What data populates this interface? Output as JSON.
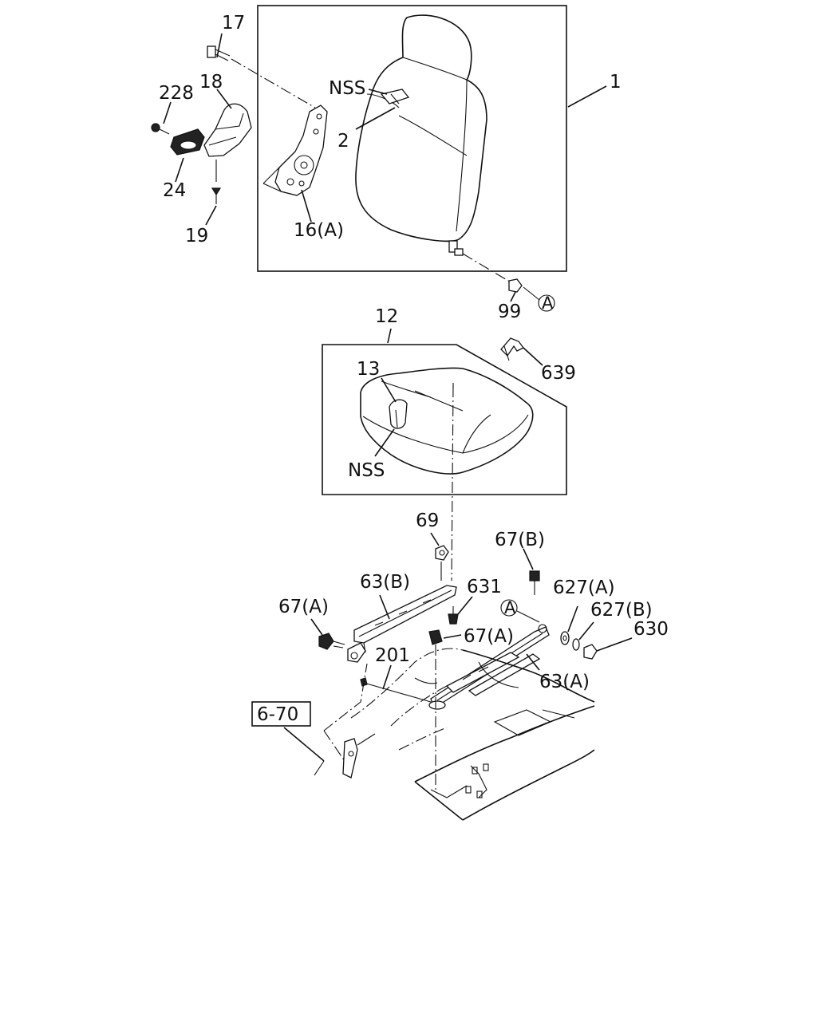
{
  "diagram": {
    "callouts": {
      "c17": "17",
      "c18": "18",
      "c228": "228",
      "c24": "24",
      "c19": "19",
      "c16a": "16(A)",
      "c1": "1",
      "c2": "2",
      "cnss1": "NSS",
      "c99": "99",
      "c12": "12",
      "c639": "639",
      "c13": "13",
      "cnss2": "NSS",
      "c69": "69",
      "c67b": "67(B)",
      "c63b": "63(B)",
      "c631": "631",
      "c627a": "627(A)",
      "c627b": "627(B)",
      "c630": "630",
      "c67a_left": "67(A)",
      "c67a_mid": "67(A)",
      "c201": "201",
      "c63a": "63(A)",
      "ref": "6-70",
      "markA1": "A",
      "markA2": "A"
    }
  }
}
